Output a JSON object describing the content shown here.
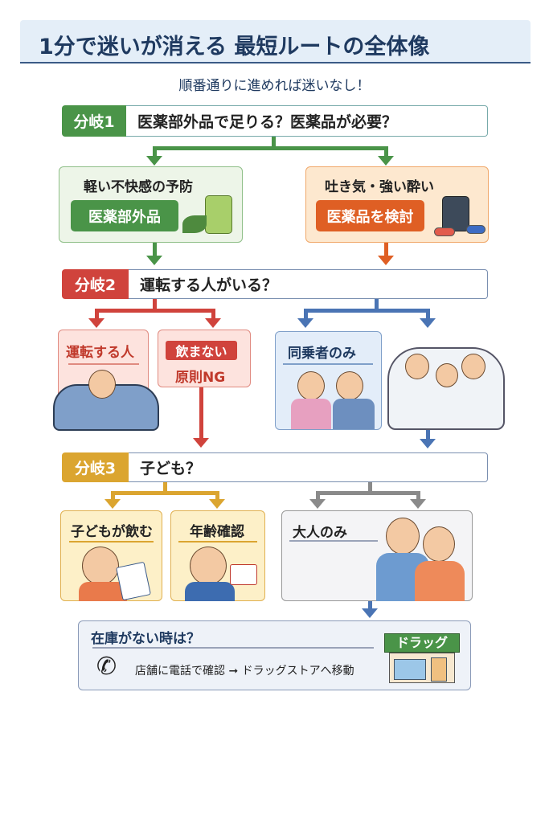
{
  "title": "1分で迷いが消える 最短ルートの全体像",
  "subtitle": "順番通りに進めれば迷いなし！",
  "branch1": {
    "label": "分岐1",
    "question": "医薬部外品で足りる？医薬品が必要？",
    "left": {
      "title": "軽い不快感の予防",
      "tag": "医薬部外品"
    },
    "right": {
      "title": "吐き気・強い酔い",
      "tag": "医薬品を検討"
    }
  },
  "branch2": {
    "label": "分岐2",
    "question": "運転する人がいる？",
    "driver": {
      "title": "運転する人"
    },
    "nodrink": {
      "tag": "飲まない",
      "text": "原則NG"
    },
    "passenger": {
      "title": "同乗者のみ"
    }
  },
  "branch3": {
    "label": "分岐3",
    "question": "子ども？",
    "child": {
      "title": "子どもが飲む"
    },
    "age": {
      "title": "年齢確認"
    },
    "adult": {
      "title": "大人のみ"
    }
  },
  "stock": {
    "title": "在庫がない時は？",
    "text": "店舗に電話で確認 ➞ ドラッグストアへ移動",
    "store_sign": "ドラッグ"
  },
  "colors": {
    "green": "#4a9448",
    "orange": "#df5f24",
    "red": "#d0433c",
    "blue": "#4a74b4",
    "yellow": "#dba530",
    "gray": "#8a8a8a",
    "navy": "#1f3a60"
  }
}
